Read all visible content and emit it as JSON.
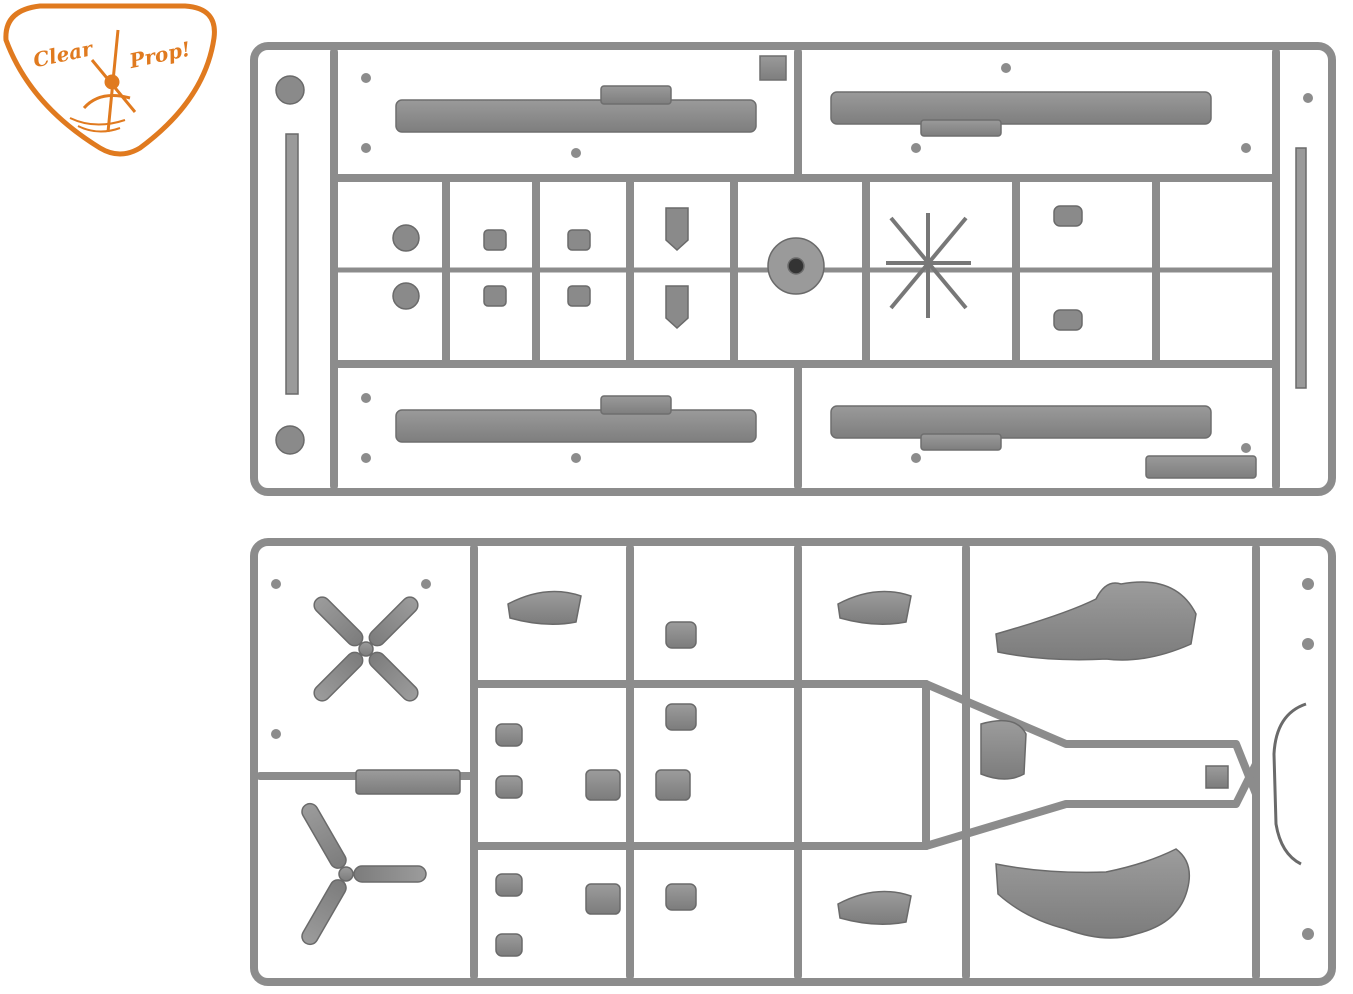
{
  "logo": {
    "brand_part1": "Clear",
    "brand_part2": "Prop!",
    "color": "#e07a1f"
  },
  "colors": {
    "plastic": "#8c8c8c",
    "plastic_dark": "#6e6e6e",
    "plastic_light": "#a3a3a3",
    "background": "#ffffff"
  },
  "sprues": [
    {
      "name": "upper-sprue-frame"
    },
    {
      "name": "lower-sprue-frame"
    }
  ]
}
